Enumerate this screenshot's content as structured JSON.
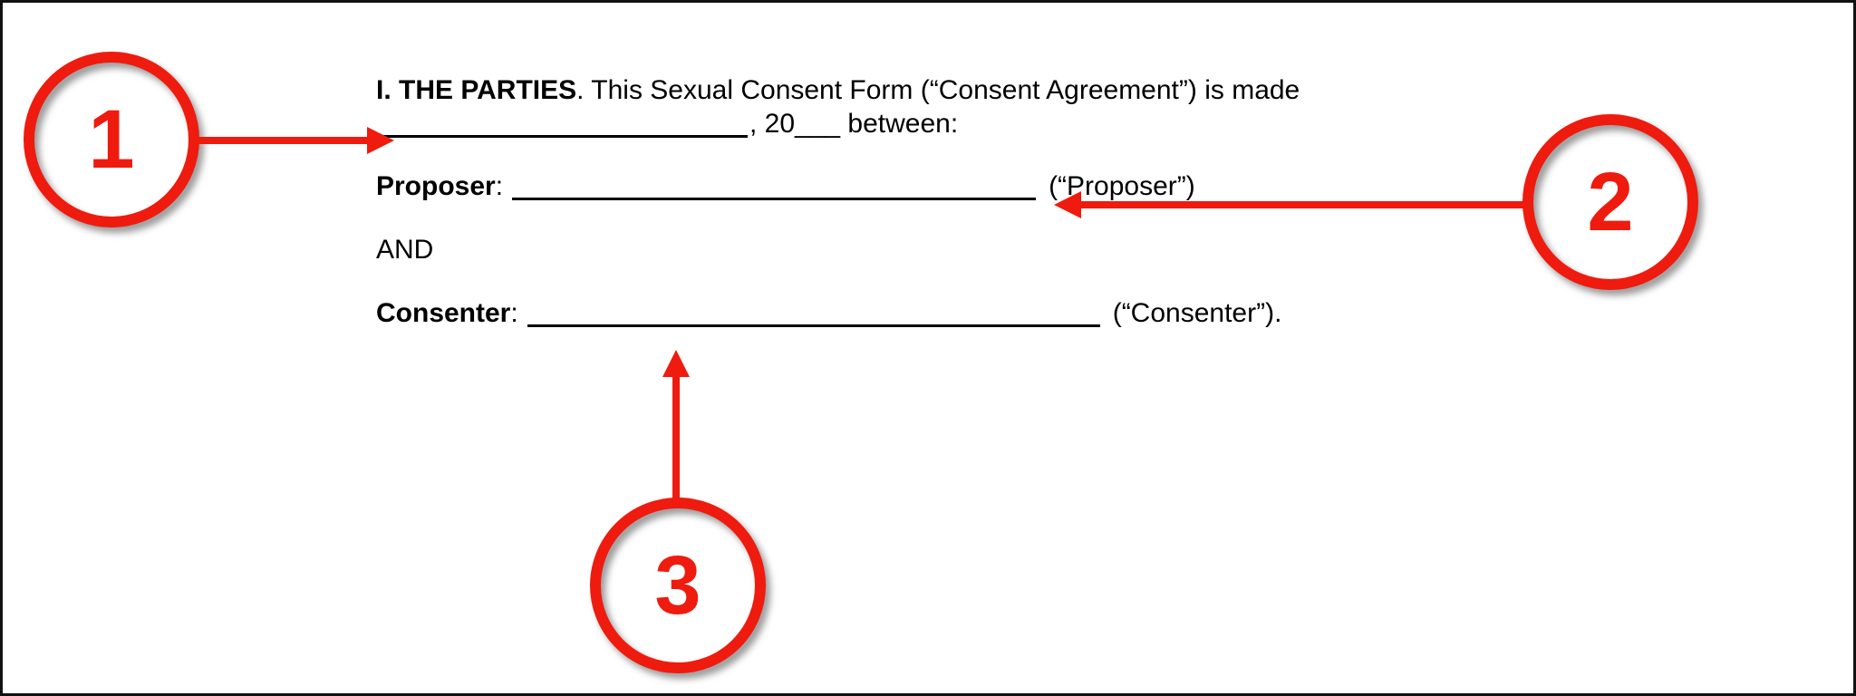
{
  "document": {
    "parties": {
      "heading_bold": "I. THE PARTIES",
      "intro_rest": ". This Sexual Consent Form (“Consent Agreement”) is made",
      "date_suffix": ", 20___ between:"
    },
    "proposer": {
      "label_bold": "Proposer",
      "colon": ":",
      "paren": "(“Proposer”)"
    },
    "conjunction": "AND",
    "consenter": {
      "label_bold": "Consenter",
      "colon": ":",
      "paren": "(“Consenter”)."
    }
  },
  "callouts": [
    {
      "number": "1",
      "arrow_direction": "right",
      "points_to": "date blank line"
    },
    {
      "number": "2",
      "arrow_direction": "left",
      "points_to": "proposer name blank line"
    },
    {
      "number": "3",
      "arrow_direction": "up",
      "points_to": "consenter name blank line"
    }
  ],
  "colors": {
    "accent_red": "#ee1b0e",
    "ink": "#000000",
    "page_background": "#ffffff",
    "page_border": "#111111"
  }
}
